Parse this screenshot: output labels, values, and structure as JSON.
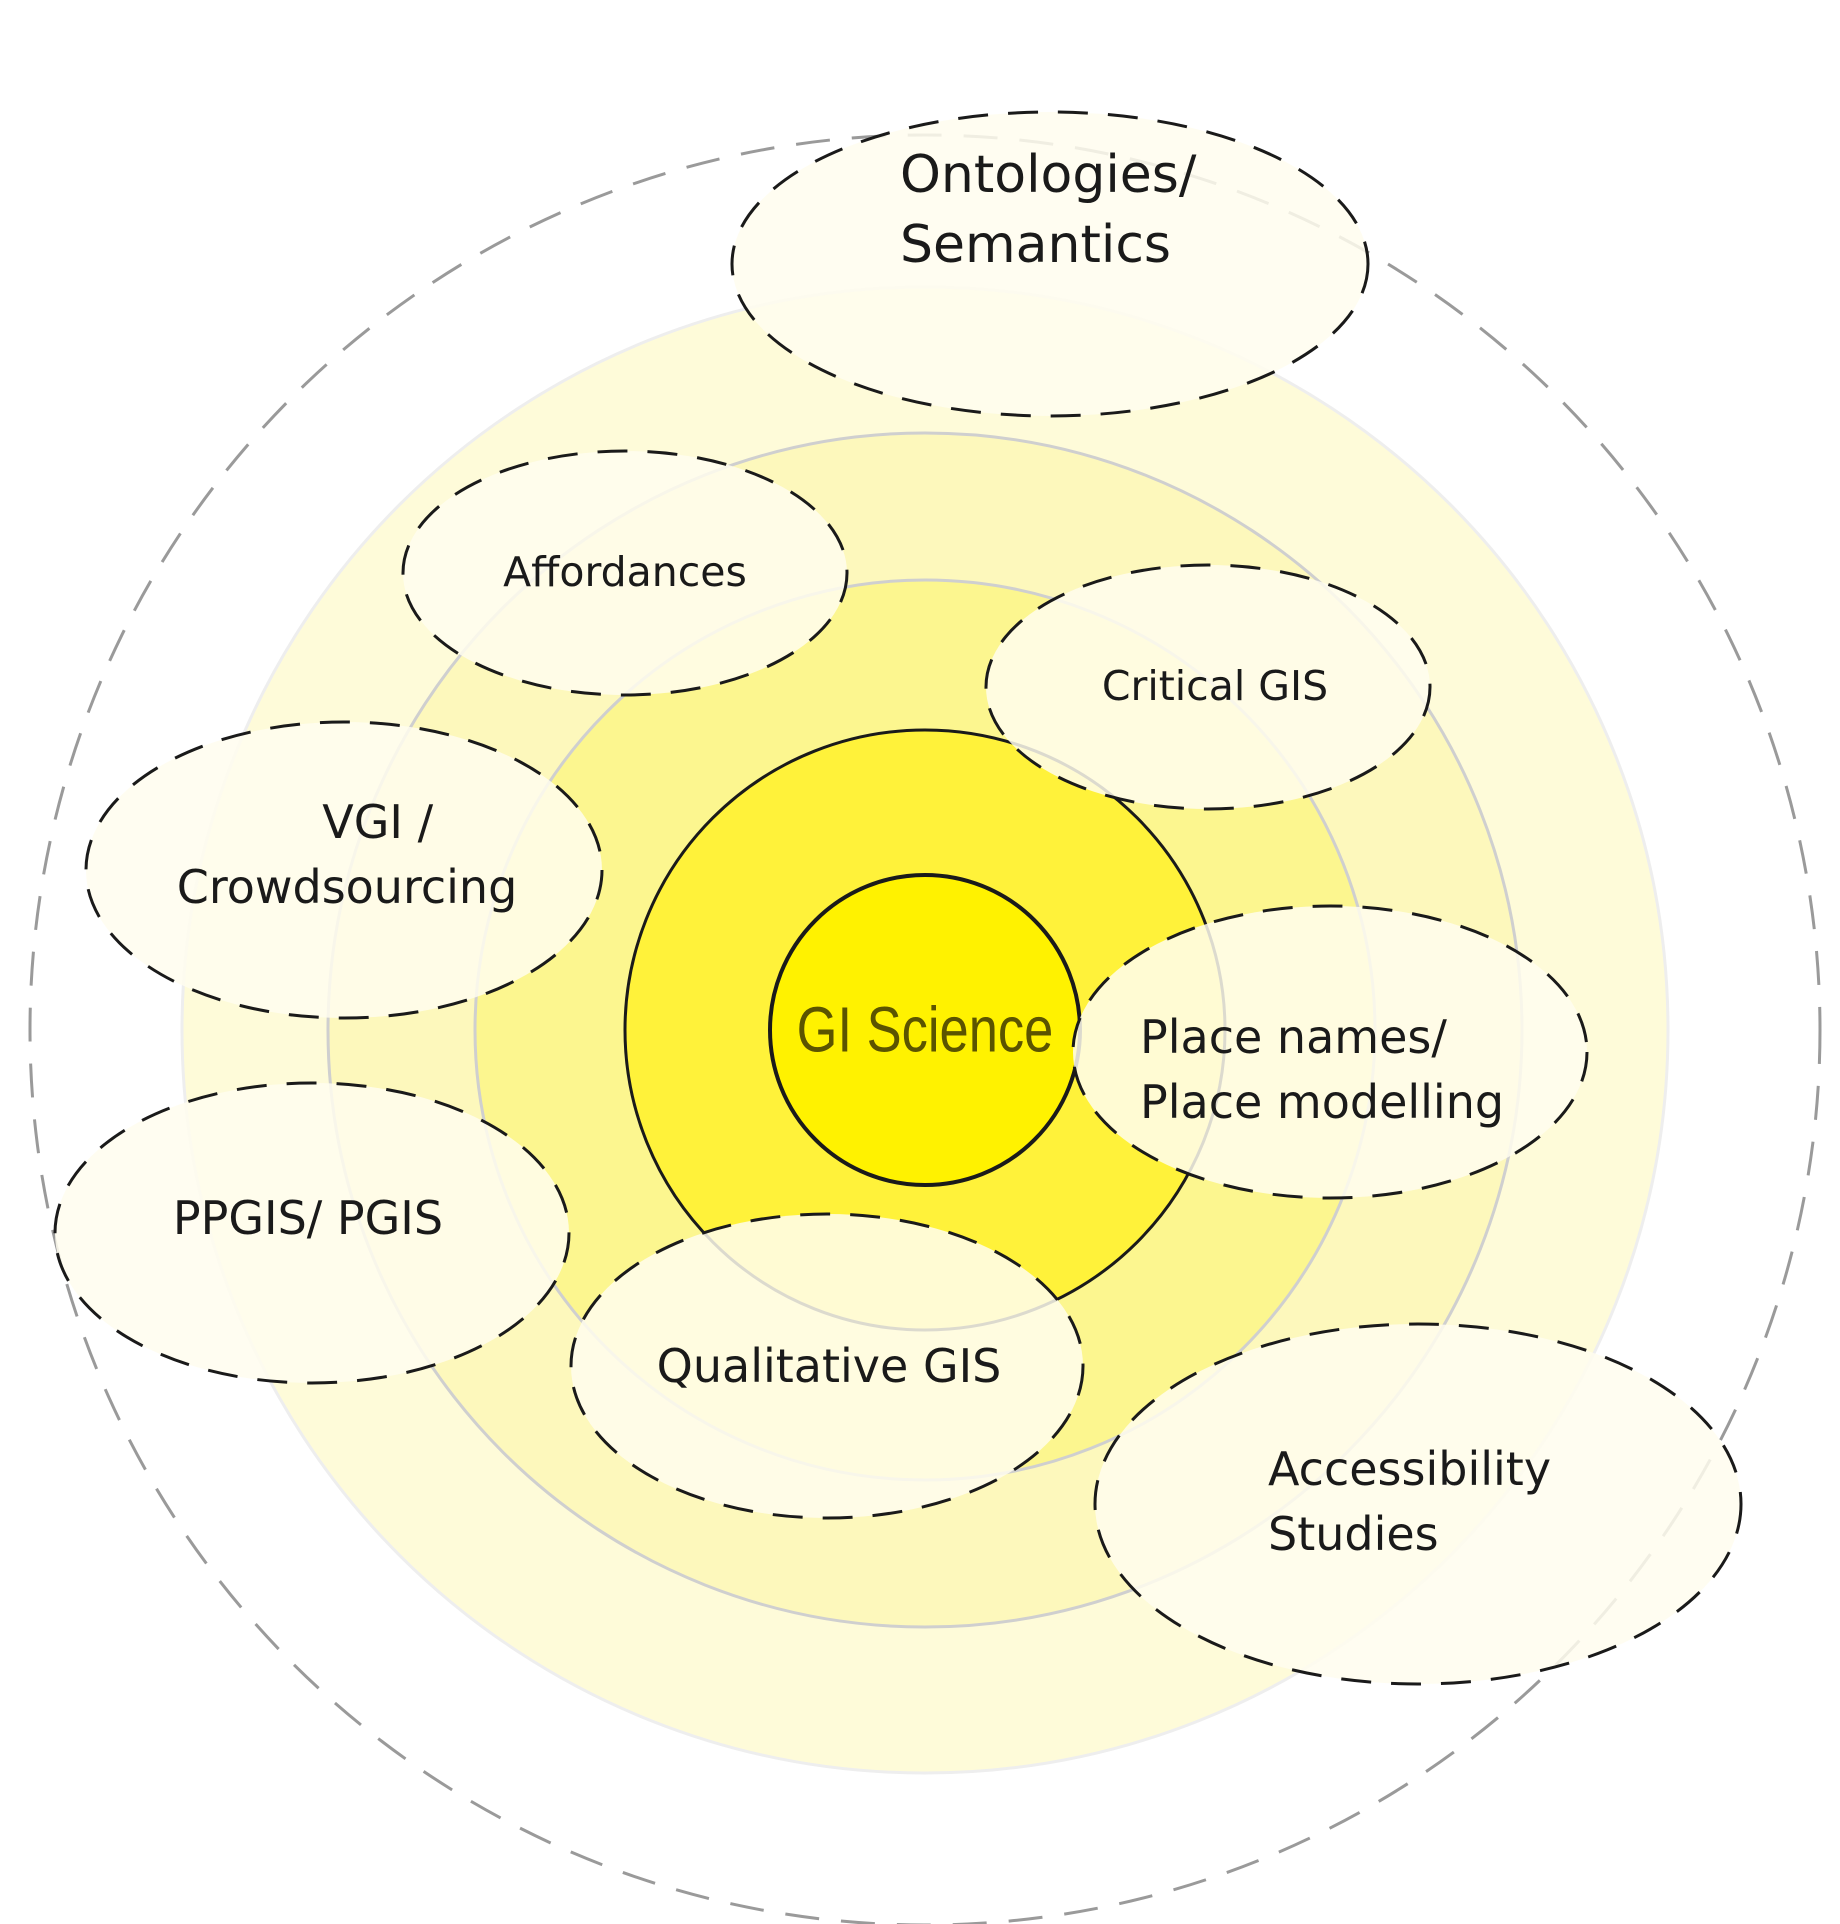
{
  "diagram": {
    "center_label": "GI Science",
    "colors": {
      "outer_band": "#fefbd9",
      "band_2": "#fdf8bc",
      "band_3": "#fcf68f",
      "band_4": "#fff23a",
      "core": "#fff200",
      "ring_stroke": "#c8c8c8",
      "dark_stroke": "#1a1a1a",
      "topic_fill": "#fffdee",
      "center_text": "#5b5400"
    },
    "topics": [
      {
        "id": "ontologies",
        "lines": [
          "Ontologies/",
          "Semantics"
        ]
      },
      {
        "id": "affordances",
        "lines": [
          "Affordances"
        ]
      },
      {
        "id": "critical-gis",
        "lines": [
          "Critical GIS"
        ]
      },
      {
        "id": "vgi",
        "lines": [
          "VGI /",
          "Crowdsourcing"
        ]
      },
      {
        "id": "place-names",
        "lines": [
          "Place names/",
          "Place modelling"
        ]
      },
      {
        "id": "ppgis",
        "lines": [
          "PPGIS/ PGIS"
        ]
      },
      {
        "id": "qualitative-gis",
        "lines": [
          "Qualitative GIS"
        ]
      },
      {
        "id": "accessibility",
        "lines": [
          "Accessibility",
          "Studies"
        ]
      }
    ]
  }
}
